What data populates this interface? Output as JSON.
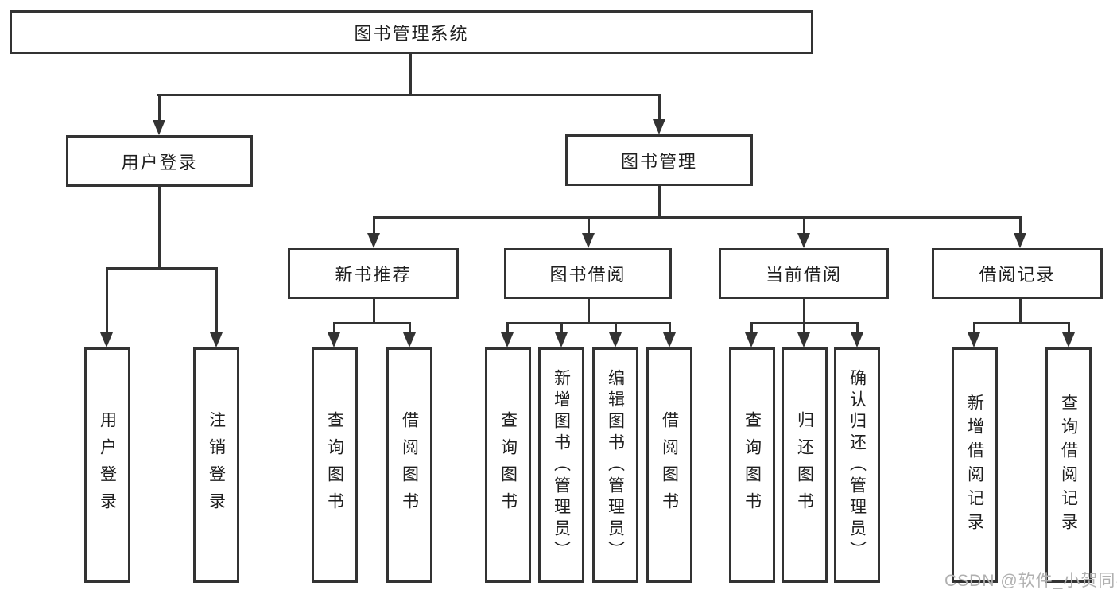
{
  "diagram": {
    "root": {
      "label": "图书管理系统"
    },
    "branches": [
      {
        "label": "用户登录",
        "children": [
          {
            "label": "用户登录"
          },
          {
            "label": "注销登录"
          }
        ]
      },
      {
        "label": "图书管理",
        "children": [
          {
            "label": "新书推荐",
            "children": [
              {
                "label": "查询图书"
              },
              {
                "label": "借阅图书"
              }
            ]
          },
          {
            "label": "图书借阅",
            "children": [
              {
                "label": "查询图书"
              },
              {
                "label": "新增图书（管理员）"
              },
              {
                "label": "编辑图书（管理员）"
              },
              {
                "label": "借阅图书"
              }
            ]
          },
          {
            "label": "当前借阅",
            "children": [
              {
                "label": "查询图书"
              },
              {
                "label": "归还图书"
              },
              {
                "label": "确认归还（管理员）"
              }
            ]
          },
          {
            "label": "借阅记录",
            "children": [
              {
                "label": "新增借阅记录"
              },
              {
                "label": "查询借阅记录"
              }
            ]
          }
        ]
      }
    ]
  },
  "watermark": {
    "text": "CSDN @软件_小贺同学"
  },
  "colors": {
    "line": "#333333",
    "text": "#1f1f1f",
    "watermark": "#b0b0b0",
    "background": "#ffffff"
  }
}
